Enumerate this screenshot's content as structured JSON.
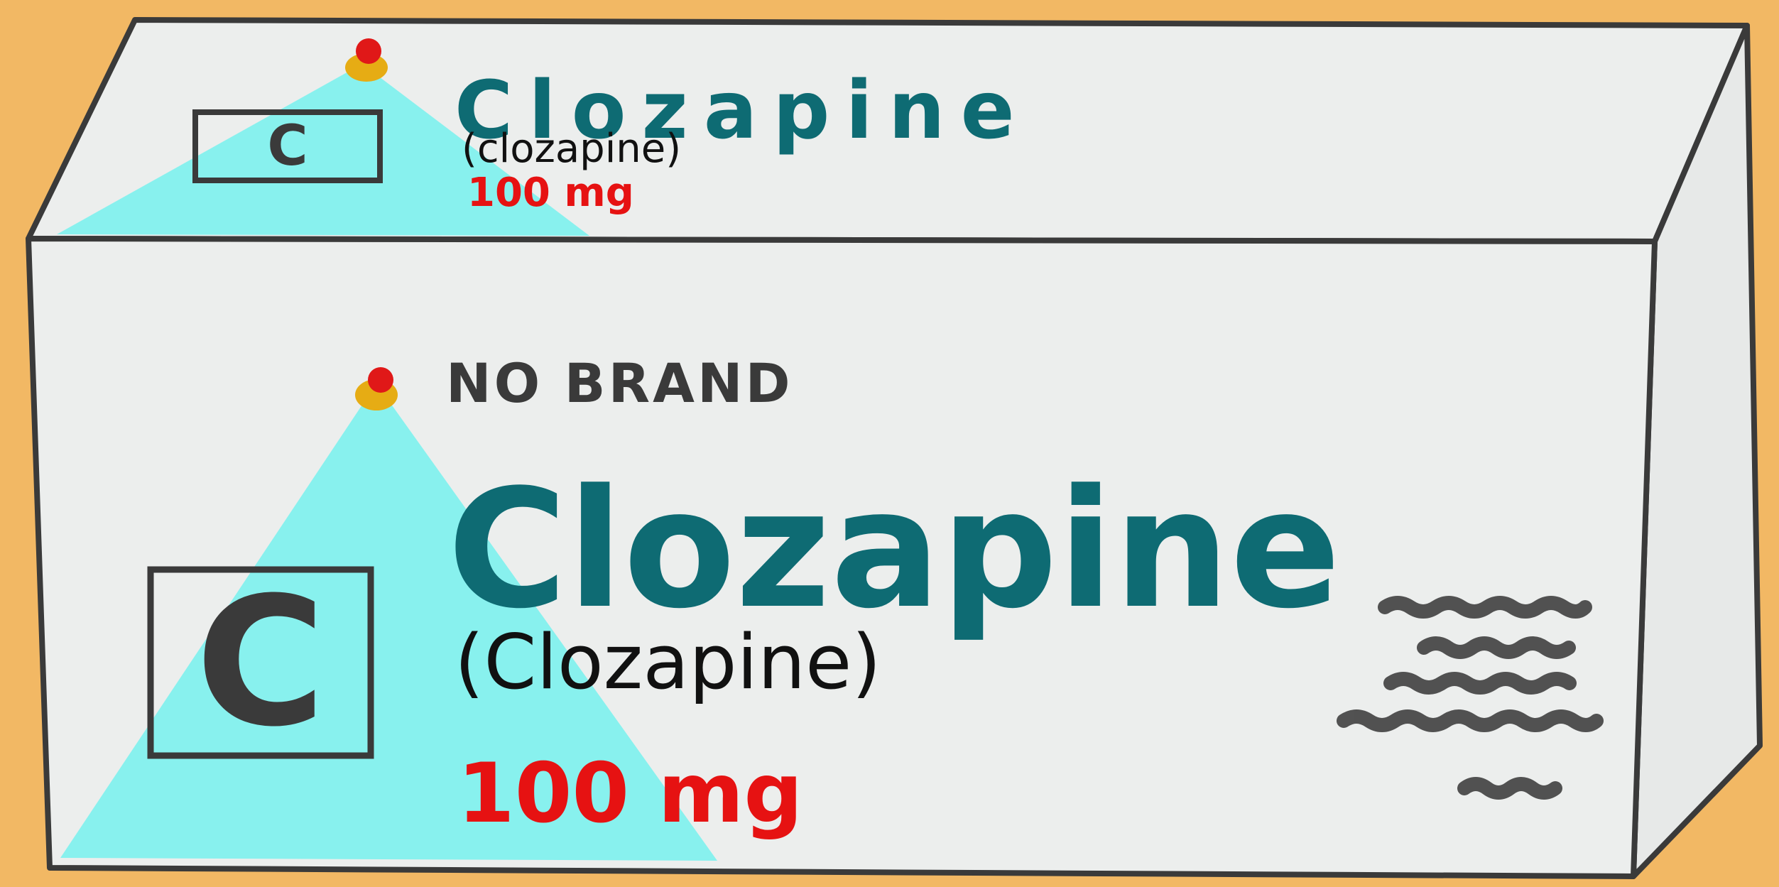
{
  "top_face": {
    "brand_name": "Clozapine",
    "generic_name": "(clozapine)",
    "dose": "100 mg",
    "logo_letter": "C"
  },
  "front_face": {
    "brand_label": "NO BRAND",
    "brand_name": "Clozapine",
    "generic_name": "(Clozapine)",
    "dose": "100 mg",
    "logo_letter": "C"
  },
  "colors": {
    "background": "#f2b864",
    "box": "#eceeed",
    "outline": "#3a3a3a",
    "brand_text": "#0e6b73",
    "dose_text": "#e61212",
    "logo_triangle": "#88f1ee",
    "logo_dot_red": "#e01818",
    "logo_dot_yellow": "#e6ac14"
  }
}
